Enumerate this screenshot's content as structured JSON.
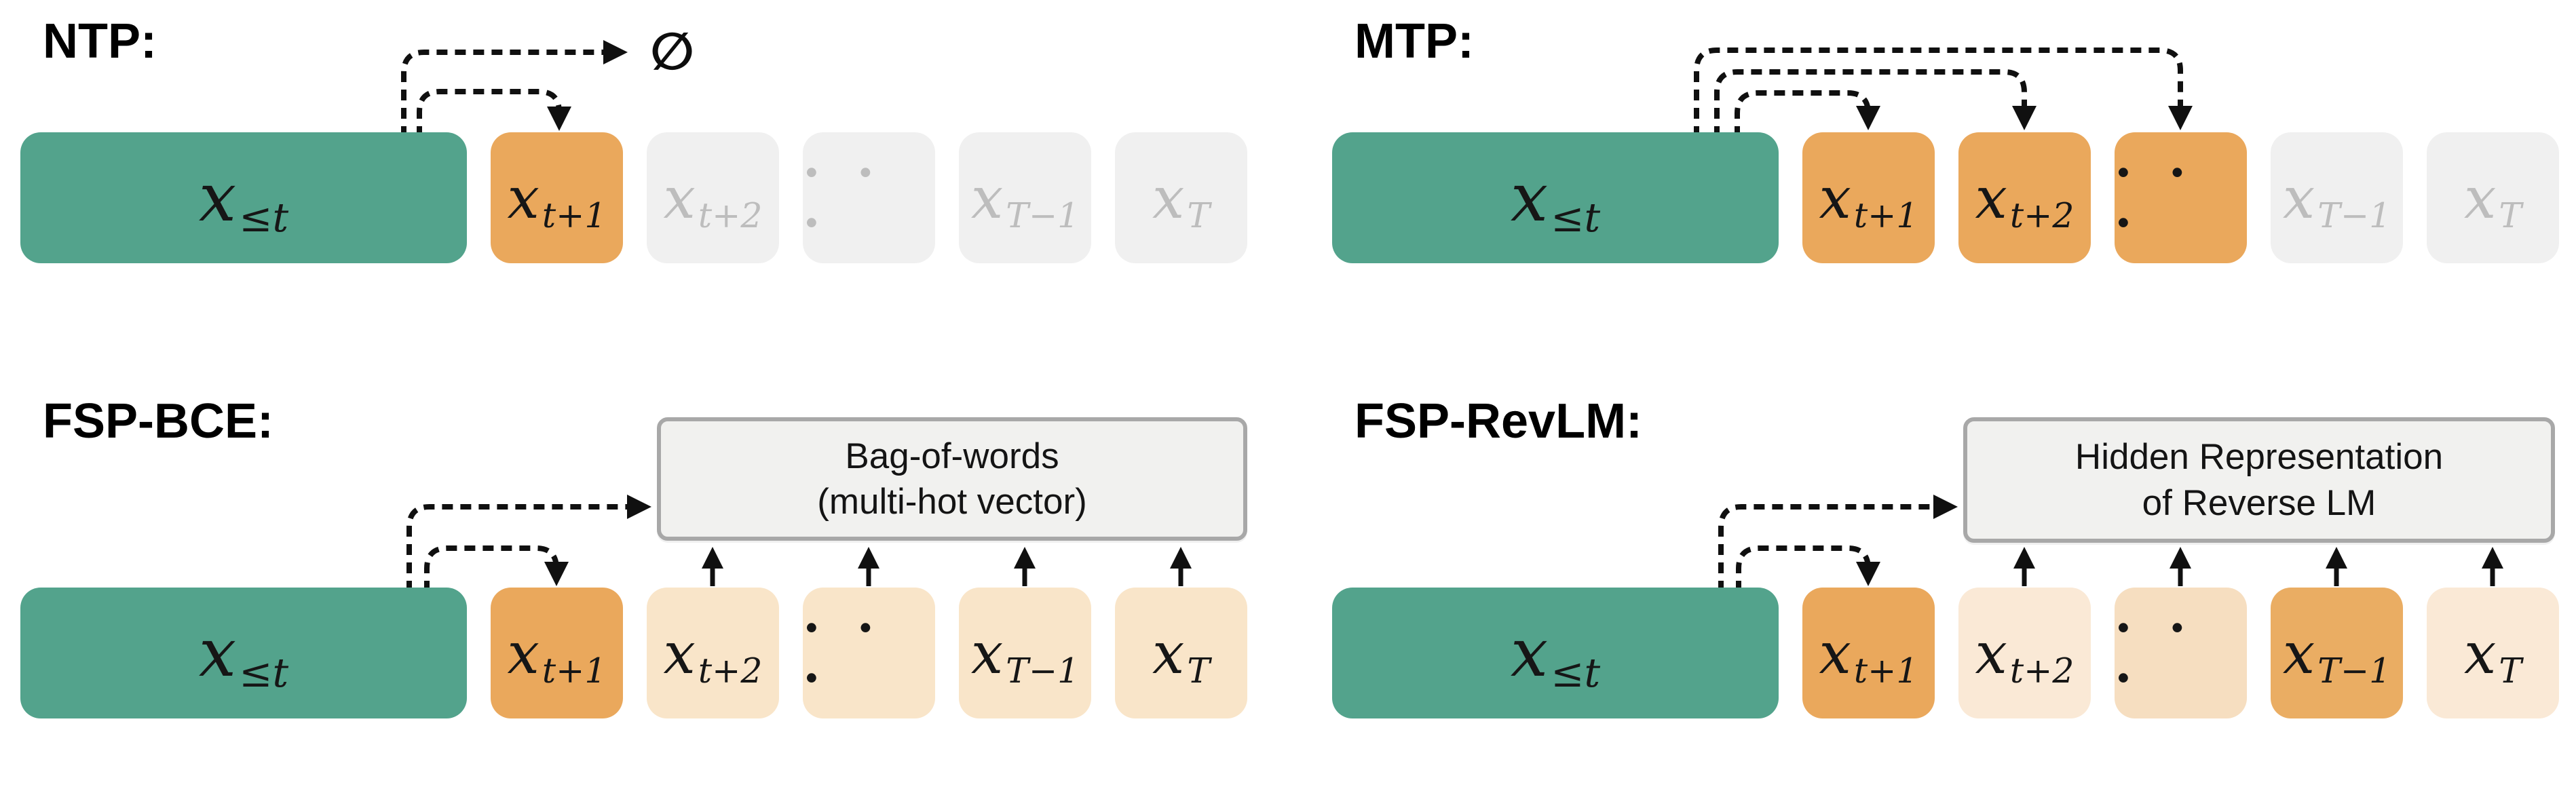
{
  "palette": {
    "green": "#53A38C",
    "orange": "#EAA85C",
    "orange_mid": "#EAAD63",
    "cream": "#F9E5C9",
    "cream_light": "#FAE9D6",
    "cream_mid": "#F6DEC0",
    "inactive_fill": "#F0F0F0",
    "inactive_text": "#BDBDBD",
    "target_fill": "#F1F1EF",
    "target_border": "#A8A8A8",
    "ink": "#101010"
  },
  "panels": {
    "ntp": {
      "label": "NTP:",
      "empty_set": "∅",
      "tokens": {
        "context": {
          "base": "x",
          "sub": "≤t",
          "state": "context"
        },
        "t1": {
          "base": "x",
          "sub": "t+1",
          "state": "target"
        },
        "t2": {
          "base": "x",
          "sub": "t+2",
          "state": "inactive"
        },
        "ellipsis": {
          "text": "· · ·",
          "state": "inactive"
        },
        "tm1": {
          "base": "x",
          "sub": "T−1",
          "state": "inactive"
        },
        "tT": {
          "base": "x",
          "sub": "T",
          "state": "inactive"
        }
      }
    },
    "mtp": {
      "label": "MTP:",
      "tokens": {
        "context": {
          "base": "x",
          "sub": "≤t",
          "state": "context"
        },
        "t1": {
          "base": "x",
          "sub": "t+1",
          "state": "target"
        },
        "t2": {
          "base": "x",
          "sub": "t+2",
          "state": "target"
        },
        "ellipsis": {
          "text": "· · ·",
          "state": "target"
        },
        "tm1": {
          "base": "x",
          "sub": "T−1",
          "state": "inactive"
        },
        "tT": {
          "base": "x",
          "sub": "T",
          "state": "inactive"
        }
      }
    },
    "fsp_bce": {
      "label": "FSP-BCE:",
      "target_box": {
        "line1": "Bag-of-words",
        "line2": "(multi-hot vector)"
      },
      "tokens": {
        "context": {
          "base": "x",
          "sub": "≤t",
          "state": "context"
        },
        "t1": {
          "base": "x",
          "sub": "t+1",
          "state": "target"
        },
        "t2": {
          "base": "x",
          "sub": "t+2",
          "state": "future"
        },
        "ellipsis": {
          "text": "· · ·",
          "state": "future"
        },
        "tm1": {
          "base": "x",
          "sub": "T−1",
          "state": "future"
        },
        "tT": {
          "base": "x",
          "sub": "T",
          "state": "future"
        }
      }
    },
    "fsp_revlm": {
      "label": "FSP-RevLM:",
      "target_box": {
        "line1": "Hidden Representation",
        "line2": "of Reverse LM"
      },
      "tokens": {
        "context": {
          "base": "x",
          "sub": "≤t",
          "state": "context"
        },
        "t1": {
          "base": "x",
          "sub": "t+1",
          "state": "target"
        },
        "t2": {
          "base": "x",
          "sub": "t+2",
          "state": "future-light"
        },
        "ellipsis": {
          "text": "· · ·",
          "state": "future-mid"
        },
        "tm1": {
          "base": "x",
          "sub": "T−1",
          "state": "future-strong"
        },
        "tT": {
          "base": "x",
          "sub": "T",
          "state": "future-light"
        }
      }
    }
  }
}
